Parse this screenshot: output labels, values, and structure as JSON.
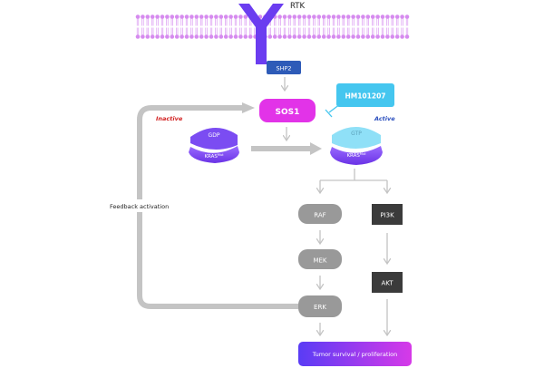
{
  "receptor": {
    "label": "RTK"
  },
  "shp2": {
    "label": "SHP2"
  },
  "sos1": {
    "label": "SOS1"
  },
  "inhibitor": {
    "label": "HM101207"
  },
  "kras_inactive": {
    "state_label": "Inactive",
    "nucleotide": "GDP",
    "protein": "KRAS",
    "superscript": "Mut"
  },
  "kras_active": {
    "state_label": "Active",
    "nucleotide": "GTP",
    "protein": "KRAS",
    "superscript": "Mut"
  },
  "pathway": {
    "raf": "RAF",
    "mek": "MEK",
    "erk": "ERK",
    "pi3k": "PI3K",
    "akt": "AKT",
    "outcome": "Tumor survival / proliferation"
  },
  "feedback": {
    "label": "Feedback activation"
  },
  "colors": {
    "membrane": "#d68bef",
    "rtk": "#6b3df0",
    "shp2": "#2e5bb8",
    "sos1": "#e233e8",
    "inhibitor": "#45c6ef",
    "kras": "#7b4cf2",
    "gtp": "#8fe0f7",
    "gray_box": "#999999",
    "dark_box": "#3b3b3b",
    "arrow": "#c4c4c4",
    "inactive_text": "#d21f1f",
    "active_text": "#2b4fbe"
  }
}
